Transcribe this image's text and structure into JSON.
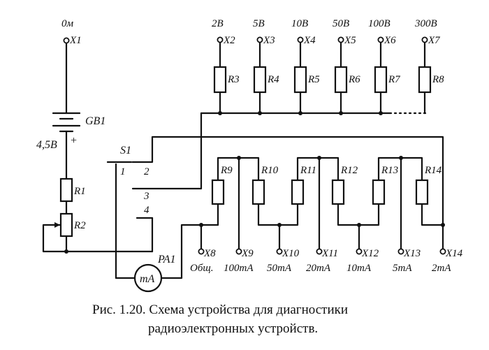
{
  "terminals_top": [
    {
      "id": "X1",
      "value": "0м"
    },
    {
      "id": "X2",
      "value": "2В"
    },
    {
      "id": "X3",
      "value": "5В"
    },
    {
      "id": "X4",
      "value": "10В"
    },
    {
      "id": "X5",
      "value": "50В"
    },
    {
      "id": "X6",
      "value": "100В"
    },
    {
      "id": "X7",
      "value": "300В"
    }
  ],
  "terminals_bottom": [
    {
      "id": "X8",
      "value": "Общ."
    },
    {
      "id": "X9",
      "value": "100mA"
    },
    {
      "id": "X10",
      "value": "50mA"
    },
    {
      "id": "X11",
      "value": "20mA"
    },
    {
      "id": "X12",
      "value": "10mA"
    },
    {
      "id": "X13",
      "value": "5mA"
    },
    {
      "id": "X14",
      "value": "2mA"
    }
  ],
  "voltage_resistors": [
    "R3",
    "R4",
    "R5",
    "R6",
    "R7",
    "R8"
  ],
  "shunt_resistors": [
    "R9",
    "R10",
    "R11",
    "R12",
    "R13",
    "R14"
  ],
  "battery": {
    "ref": "GB1",
    "voltage": "4,5В",
    "polarity": "+"
  },
  "resistors_left": [
    "R1",
    "R2"
  ],
  "switch": {
    "ref": "S1",
    "positions": [
      "1",
      "2",
      "3",
      "4"
    ]
  },
  "meter": {
    "ref": "PA1",
    "unit": "mA"
  },
  "caption": {
    "line1": "Рис. 1.20. Схема устройства для диагностики",
    "line2": "радиоэлектронных устройств."
  }
}
